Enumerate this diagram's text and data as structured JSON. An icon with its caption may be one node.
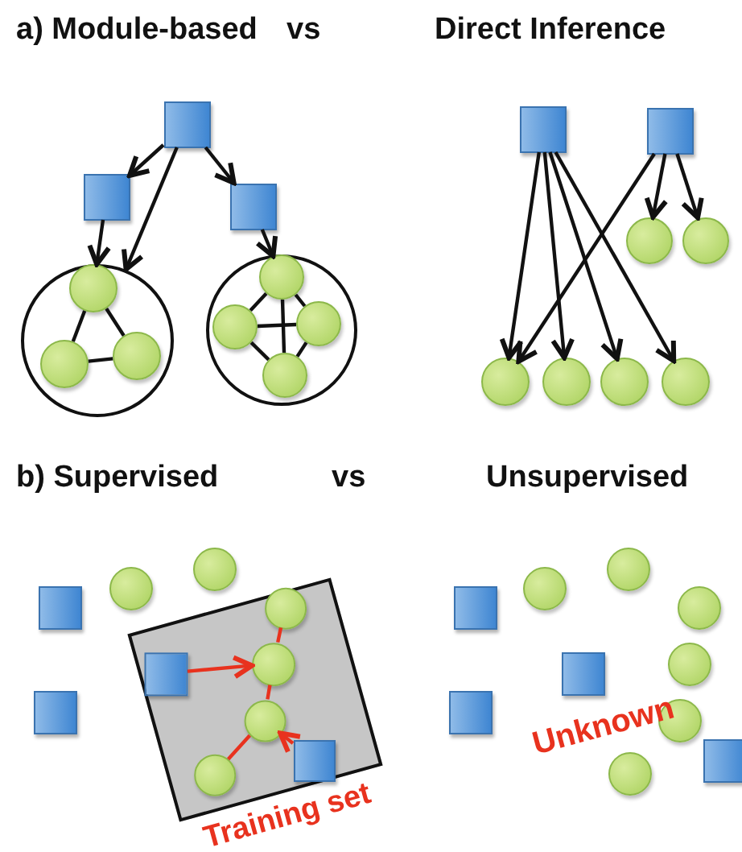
{
  "diagram": {
    "nodes": [
      {
        "text": [],
        "shape": "box"
      },
      {
        "text": [],
        "shape": "box"
      },
      {
        "text": [],
        "shape": "box"
      },
      {
        "text": [],
        "shape": "circle"
      },
      {
        "text": [],
        "shape": "circle",
        "in": 3
      },
      {
        "text": [],
        "shape": "circle",
        "in": 3
      },
      {
        "text": [],
        "shape": "circle",
        "in": 3
      },
      {
        "text": [],
        "shape": "circle"
      },
      {
        "text": [],
        "shape": "circle",
        "in": 7
      },
      {
        "text": [],
        "shape": "circle",
        "in": 7
      },
      {
        "text": [],
        "shape": "circle",
        "in": 7
      },
      {
        "text": [],
        "shape": "circle",
        "in": 7
      },
      {
        "text": [],
        "shape": "box"
      },
      {
        "text": [],
        "shape": "box"
      },
      {
        "text": [],
        "shape": "circle"
      },
      {
        "text": [],
        "shape": "circle"
      },
      {
        "text": [],
        "shape": "circle"
      },
      {
        "text": [],
        "shape": "circle"
      },
      {
        "text": [],
        "shape": "circle"
      },
      {
        "text": [],
        "shape": "circle"
      },
      {
        "text": [],
        "shape": "box"
      },
      {
        "text": [],
        "shape": "circle"
      },
      {
        "text": [],
        "shape": "circle"
      },
      {
        "text": [],
        "shape": "box"
      },
      {
        "text": [
          "Training set"
        ]
      },
      {
        "text": [],
        "shape": "circle",
        "in": 24
      },
      {
        "text": [],
        "shape": "box",
        "in": 24
      },
      {
        "text": [],
        "shape": "circle",
        "in": 24
      },
      {
        "text": [],
        "shape": "circle",
        "in": 24
      },
      {
        "text": [],
        "shape": "circle",
        "in": 24
      },
      {
        "text": [],
        "shape": "box",
        "in": 24
      },
      {
        "text": [],
        "shape": "box"
      },
      {
        "text": [],
        "shape": "circle"
      },
      {
        "text": [],
        "shape": "circle"
      },
      {
        "text": [],
        "shape": "circle"
      },
      {
        "text": [],
        "shape": "box"
      },
      {
        "text": [],
        "shape": "circle"
      },
      {
        "text": [],
        "shape": "box"
      },
      {
        "text": [],
        "shape": "circle"
      },
      {
        "text": [],
        "shape": "circle"
      },
      {
        "text": [],
        "shape": "box"
      }
    ],
    "edges": [
      {
        "from": 0,
        "to": 1,
        "arrow": "to"
      },
      {
        "from": 0,
        "to": 2,
        "arrow": "to"
      },
      {
        "from": 0,
        "to": 3,
        "arrow": "to"
      },
      {
        "from": 1,
        "to": 4,
        "arrow": "to"
      },
      {
        "from": 2,
        "to": 8,
        "arrow": "to"
      },
      {
        "from": 4,
        "to": 5,
        "arrow": "none"
      },
      {
        "from": 4,
        "to": 6,
        "arrow": "none"
      },
      {
        "from": 5,
        "to": 6,
        "arrow": "none"
      },
      {
        "from": 8,
        "to": 9,
        "arrow": "none"
      },
      {
        "from": 8,
        "to": 10,
        "arrow": "none"
      },
      {
        "from": 9,
        "to": 11,
        "arrow": "none"
      },
      {
        "from": 10,
        "to": 11,
        "arrow": "none"
      },
      {
        "from": 8,
        "to": 11,
        "arrow": "none"
      },
      {
        "from": 9,
        "to": 10,
        "arrow": "none"
      },
      {
        "from": 12,
        "to": 16,
        "arrow": "to"
      },
      {
        "from": 12,
        "to": 17,
        "arrow": "to"
      },
      {
        "from": 12,
        "to": 18,
        "arrow": "to"
      },
      {
        "from": 12,
        "to": 19,
        "arrow": "to"
      },
      {
        "from": 13,
        "to": 16,
        "arrow": "to"
      },
      {
        "from": 13,
        "to": 14,
        "arrow": "to"
      },
      {
        "from": 13,
        "to": 15,
        "arrow": "to"
      },
      {
        "from": 26,
        "to": 27,
        "arrow": "to",
        "color": "#e8321e"
      },
      {
        "from": 30,
        "to": 28,
        "arrow": "to",
        "color": "#e8321e"
      },
      {
        "from": 25,
        "to": 27,
        "arrow": "none",
        "color": "#e8321e"
      },
      {
        "from": 27,
        "to": 28,
        "arrow": "none",
        "color": "#e8321e"
      },
      {
        "from": 28,
        "to": 29,
        "arrow": "none",
        "color": "#e8321e"
      }
    ],
    "labels": [
      "a) Module-based",
      "vs",
      "Direct Inference",
      "b) Supervised",
      "vs",
      "Unsupervised",
      "Unknown"
    ]
  }
}
